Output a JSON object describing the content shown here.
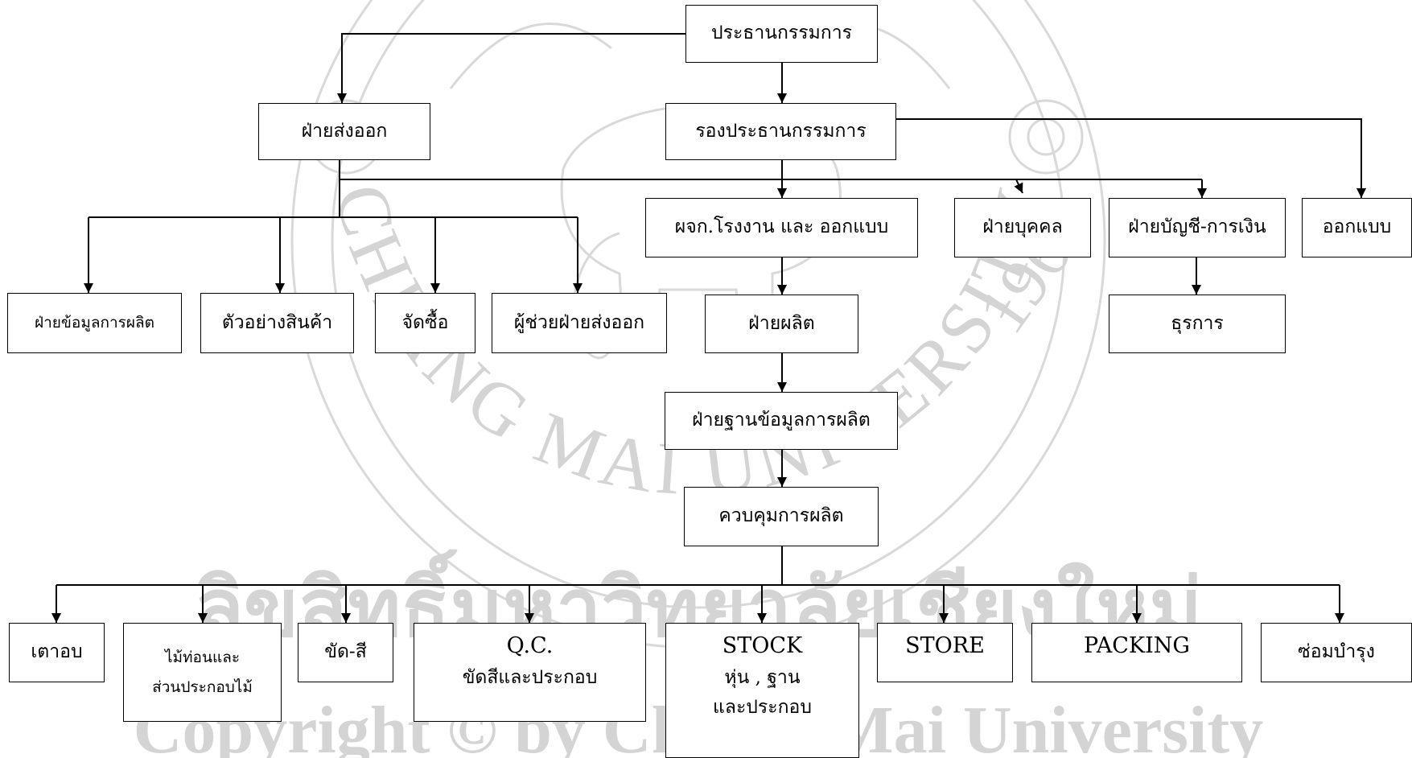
{
  "watermark": {
    "arc_text": "CHIANG MAI UNIVERSITY",
    "year": "1964",
    "line1": "ลิขสิทธิ์มหาวิทยาลัยเชียงใหม่",
    "line2": "Copyright © by Chiang Mai University"
  },
  "nodes": {
    "chairman": "ประธานกรรมการ",
    "vice_chairman": "รองประธานกรรมการ",
    "export_dept": "ฝ่ายส่งออก",
    "factory_design_mgr": "ผจก.โรงงาน และ ออกแบบ",
    "hr_dept": "ฝ่ายบุคคล",
    "accounting_finance": "ฝ่ายบัญชี-การเงิน",
    "design": "ออกแบบ",
    "production_data": "ฝ่ายข้อมูลการผลิต",
    "product_samples": "ตัวอย่างสินค้า",
    "purchasing": "จัดซื้อ",
    "export_assistant": "ผู้ช่วยฝ่ายส่งออก",
    "production_dept": "ฝ่ายผลิต",
    "admin": "ธุรการ",
    "production_database": "ฝ่ายฐานข้อมูลการผลิต",
    "production_control": "ควบคุมการผลิต",
    "kiln": "เตาอบ",
    "wood_parts": {
      "line1": "ไม้ท่อนและ",
      "line2": "ส่วนประกอบไม้"
    },
    "sanding_paint": "ขัด-สี",
    "qc": {
      "line1": "Q.C.",
      "line2": "ขัดสีและประกอบ"
    },
    "stock": {
      "line1": "STOCK",
      "line2": "หุ่น , ฐาน",
      "line3": "และประกอบ"
    },
    "store": "STORE",
    "packing": "PACKING",
    "maintenance": "ซ่อมบำรุง"
  }
}
